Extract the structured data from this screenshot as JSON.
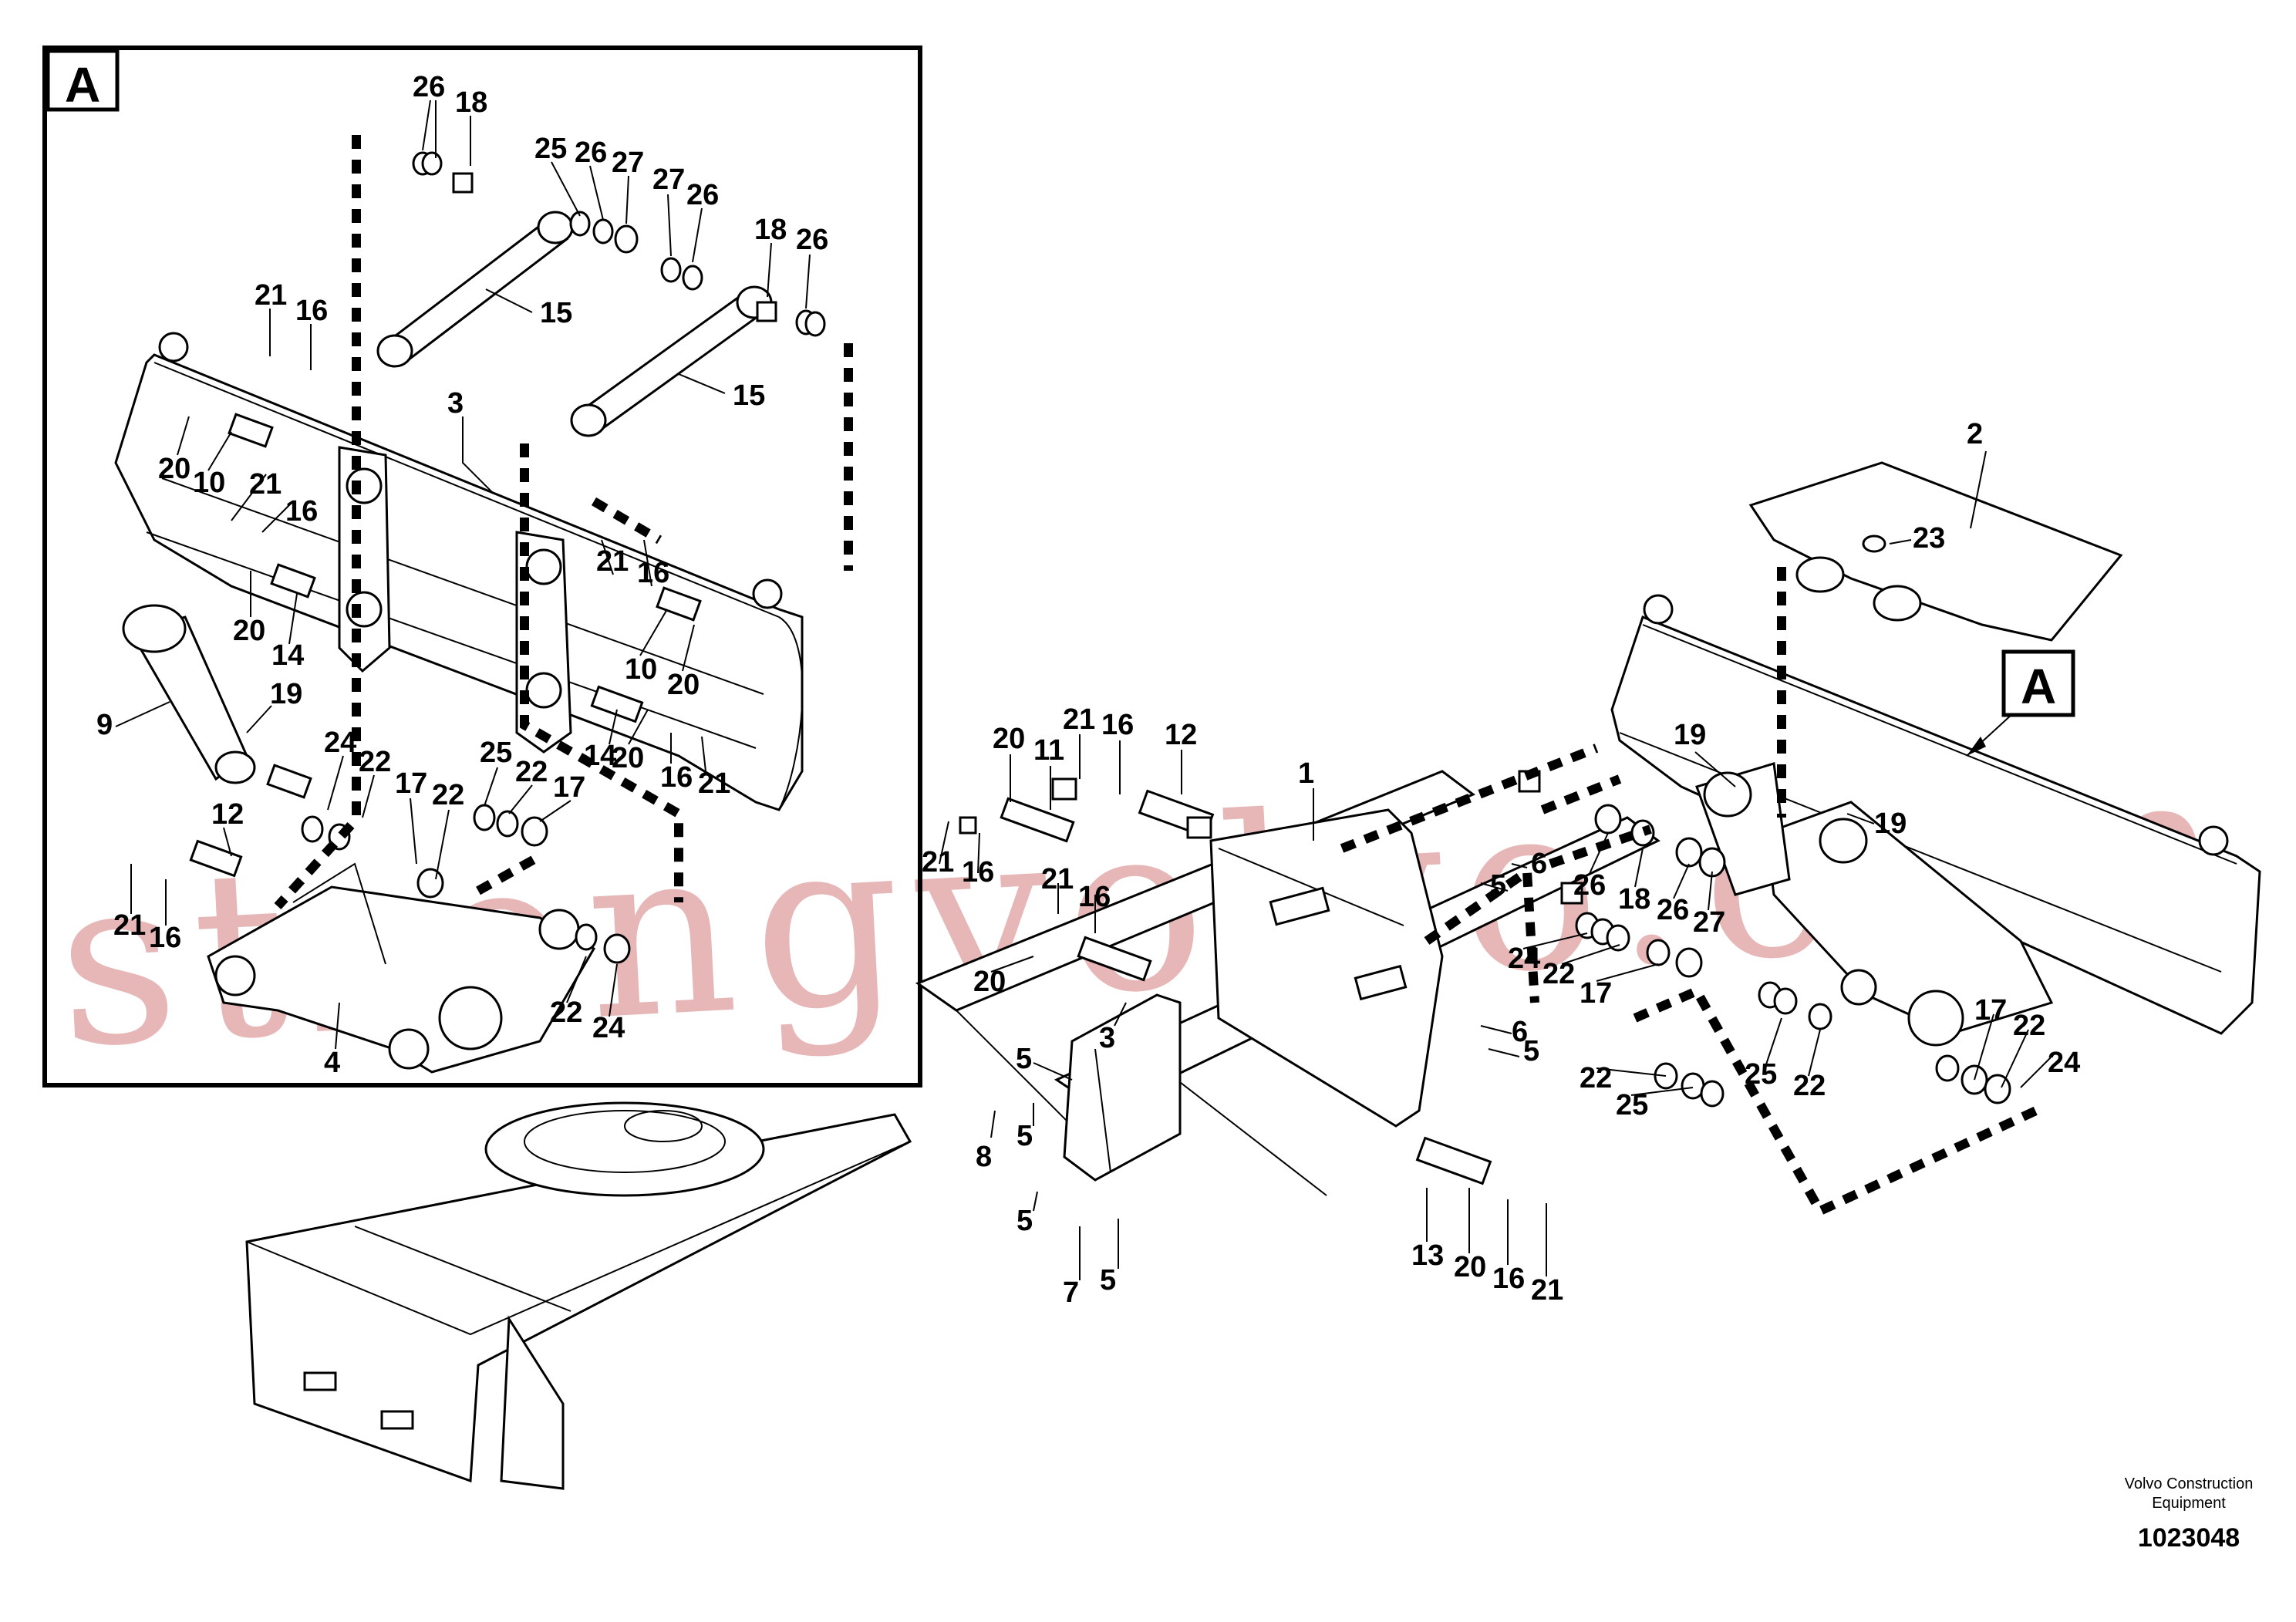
{
  "detail_label": "A",
  "main_label": "A",
  "watermark": "strongvolvo.com",
  "credit_line1": "Volvo Construction",
  "credit_line2": "Equipment",
  "document_number": "1023048",
  "inset_callouts": [
    "26",
    "18",
    "25",
    "26",
    "27",
    "27",
    "26",
    "18",
    "26",
    "21",
    "16",
    "15",
    "15",
    "3",
    "20",
    "10",
    "21",
    "16",
    "21",
    "16",
    "20",
    "14",
    "10",
    "20",
    "9",
    "19",
    "14",
    "20",
    "16",
    "21",
    "24",
    "22",
    "25",
    "22",
    "17",
    "12",
    "17",
    "22",
    "22",
    "21",
    "16",
    "4",
    "22",
    "24"
  ],
  "main_callouts": [
    "2",
    "23",
    "19",
    "19",
    "20",
    "11",
    "21",
    "16",
    "12",
    "1",
    "21",
    "16",
    "6",
    "21",
    "16",
    "5",
    "26",
    "20",
    "18",
    "26",
    "27",
    "24",
    "22",
    "17",
    "3",
    "5",
    "6",
    "5",
    "17",
    "22",
    "25",
    "22",
    "24",
    "22",
    "25",
    "8",
    "5",
    "5",
    "13",
    "20",
    "16",
    "21",
    "7",
    "5"
  ]
}
